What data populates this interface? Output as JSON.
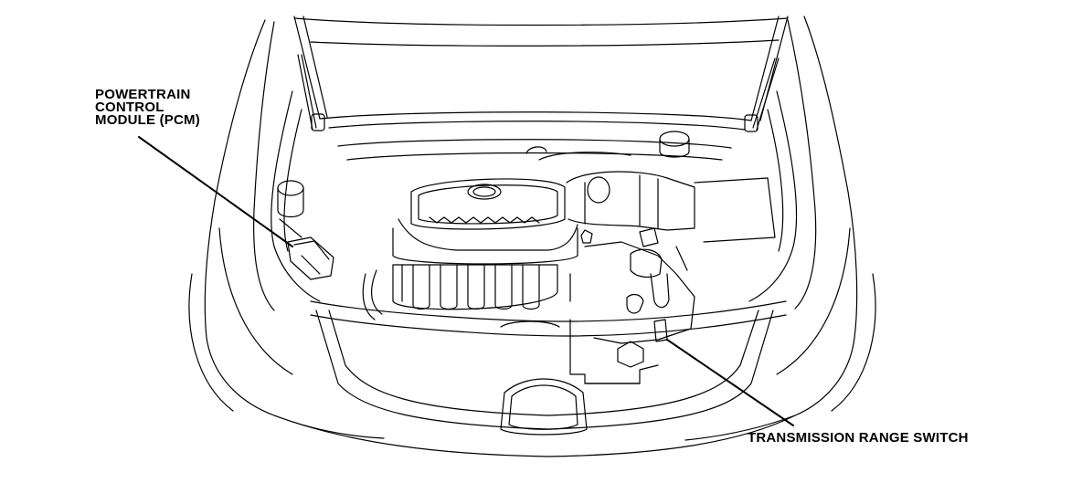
{
  "labels": {
    "pcm_line1": "POWERTRAIN",
    "pcm_line2": "CONTROL",
    "pcm_line3": "MODULE (PCM)",
    "trs": "TRANSMISSION RANGE SWITCH"
  },
  "colors": {
    "line": "#000000",
    "background": "#ffffff"
  }
}
